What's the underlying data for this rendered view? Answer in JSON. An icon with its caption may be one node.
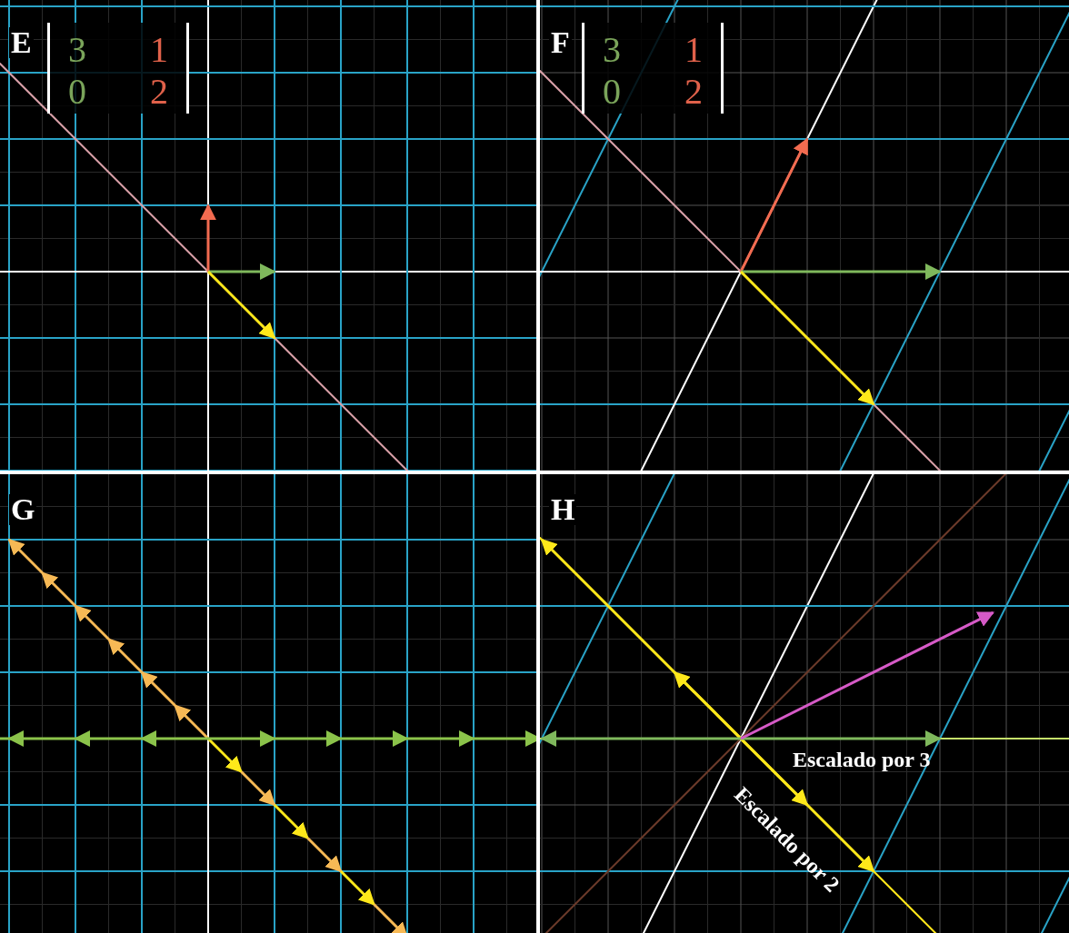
{
  "diagram": {
    "labels": [
      "E",
      "3",
      "1",
      "0",
      "2",
      "F",
      "3",
      "1",
      "0",
      "2",
      "G",
      "H",
      "Escalado por 3",
      "Escalado por 2"
    ]
  }
}
